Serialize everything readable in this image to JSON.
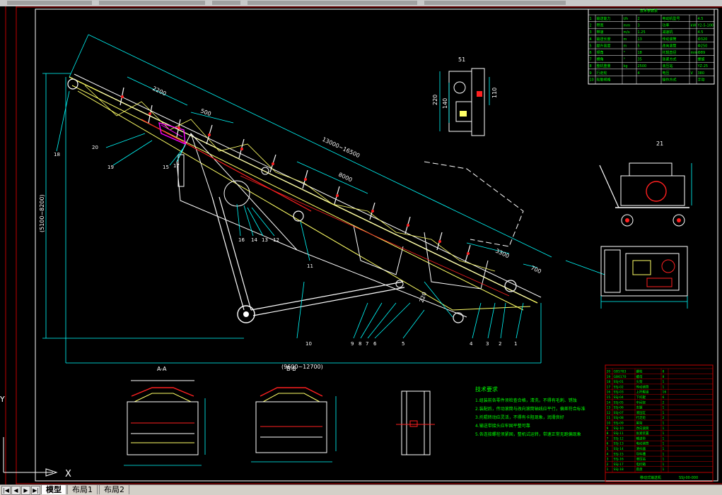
{
  "tabs": {
    "model": "模型",
    "layout1": "布局1",
    "layout2": "布局2"
  },
  "nav": {
    "first": "|◀",
    "prev": "◀",
    "next": "▶",
    "last": "▶|"
  },
  "ucs": {
    "x_label": "X",
    "y_label": "Y"
  },
  "dims": {
    "total_length": "(9600~12700)",
    "height": "(5100~8200)",
    "conveyor_length": "13000~16500",
    "d_2200": "2200",
    "d_500": "500",
    "d_8000": "8000",
    "d_3300": "3300",
    "d_700": "700",
    "d_220": "220",
    "d_140": "140",
    "d_110": "110"
  },
  "parts": [
    "18",
    "20",
    "19",
    "15",
    "17",
    "16",
    "14",
    "13",
    "12",
    "11",
    "10",
    "9",
    "8",
    "7",
    "6",
    "5",
    "4",
    "3",
    "2",
    "1"
  ],
  "views": {
    "aa": "A-A",
    "bb": "B-B",
    "v21": "21",
    "v51": "51"
  },
  "notes_title": "技术要求",
  "notes": [
    "1.组装前各零件须检查合格，清洗，不得有毛刺、锈蚀",
    "2.装配后，传动滚筒与改向滚筒轴线应平行，偏差符合标准",
    "3.托辊转动应灵活，不得有卡阻现象，润滑良好",
    "4.输送带接头应牢固平整可靠",
    "5.各连接螺栓须紧固，整机试运转，带速正常无跑偏现象"
  ],
  "spec_title": "技术参数表",
  "spec_rows": [
    [
      "1",
      "输送能力",
      "t/h",
      "2",
      "电动机型号",
      "",
      "4.5"
    ],
    [
      "2",
      "带宽",
      "mm",
      "3",
      "功率",
      "kW",
      "Y2-5-100"
    ],
    [
      "3",
      "带速",
      "m/s",
      "1.25",
      "减速机",
      "",
      "4.5"
    ],
    [
      "4",
      "输送长度",
      "m",
      "13",
      "传动滚筒",
      "",
      "Ф320"
    ],
    [
      "5",
      "提升高度",
      "m",
      "5",
      "改向滚筒",
      "",
      "Ф250"
    ],
    [
      "6",
      "倾角",
      "°",
      "18",
      "托辊直径",
      "mm",
      "Ф89"
    ],
    [
      "7",
      "槽角",
      "°",
      "35",
      "张紧方式",
      "",
      "螺旋"
    ],
    [
      "8",
      "整机重量",
      "kg",
      "2500",
      "液压站",
      "",
      "YZ-25"
    ],
    [
      "9",
      "行走轮",
      "",
      "4",
      "电压",
      "V",
      "380"
    ],
    [
      "10",
      "轮胎规格",
      "",
      "",
      "操作方式",
      "",
      "手动"
    ]
  ],
  "bom_rows": [
    [
      "20",
      "GB5783",
      "螺栓",
      "8",
      ""
    ],
    [
      "19",
      "GB6170",
      "螺母",
      "8",
      ""
    ],
    [
      "18",
      "SSJ-01",
      "头架",
      "1",
      ""
    ],
    [
      "17",
      "SSJ-02",
      "传动滚筒",
      "1",
      ""
    ],
    [
      "16",
      "SSJ-03",
      "上托辊组",
      "16",
      ""
    ],
    [
      "15",
      "SSJ-04",
      "下托辊",
      "6",
      ""
    ],
    [
      "14",
      "SSJ-05",
      "中间架",
      "2",
      ""
    ],
    [
      "13",
      "SSJ-06",
      "支腿",
      "1",
      ""
    ],
    [
      "12",
      "SSJ-07",
      "液压缸",
      "1",
      ""
    ],
    [
      "11",
      "SSJ-08",
      "行走轮",
      "2",
      ""
    ],
    [
      "10",
      "SSJ-09",
      "尾架",
      "1",
      ""
    ],
    [
      "9",
      "SSJ-10",
      "改向滚筒",
      "1",
      ""
    ],
    [
      "8",
      "SSJ-11",
      "张紧装置",
      "1",
      ""
    ],
    [
      "7",
      "SSJ-12",
      "输送带",
      "1",
      ""
    ],
    [
      "6",
      "SSJ-13",
      "电动滚筒",
      "1",
      ""
    ],
    [
      "5",
      "SSJ-14",
      "清扫器",
      "1",
      ""
    ],
    [
      "4",
      "SSJ-15",
      "导料槽",
      "1",
      ""
    ],
    [
      "3",
      "SSJ-16",
      "液压站",
      "1",
      ""
    ],
    [
      "2",
      "SSJ-17",
      "电控箱",
      "1",
      ""
    ],
    [
      "1",
      "SSJ-18",
      "底盘",
      "1",
      ""
    ]
  ],
  "title_block": {
    "name": "移动式输送机",
    "drawing_no": "SSJ-00-000"
  },
  "colors": {
    "cyan": "#00ffff",
    "yellow": "#ffff66",
    "white": "#ffffff",
    "green": "#00ff00",
    "magenta": "#ff00ff",
    "red": "#ff2020",
    "red_frame": "#c00000"
  }
}
